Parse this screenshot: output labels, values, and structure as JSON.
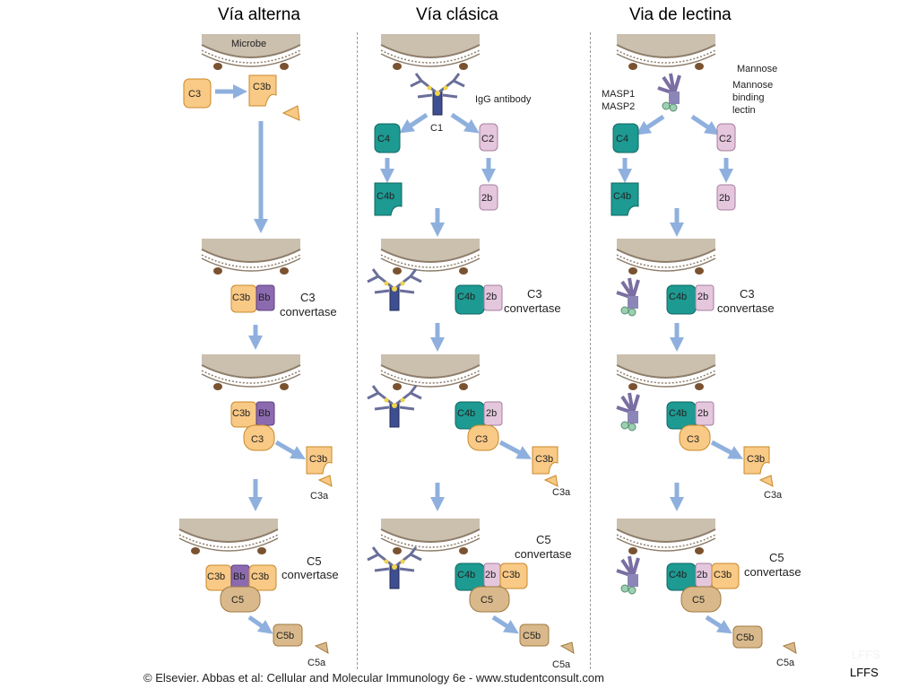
{
  "columns": [
    {
      "title": "Vía alterna"
    },
    {
      "title": "Vía clásica"
    },
    {
      "title": "Via de lectina"
    }
  ],
  "labels": {
    "microbe": "Microbe",
    "igg": "IgG antibody",
    "c1": "C1",
    "mannose": "Mannose",
    "mbl": [
      "Mannose",
      "binding",
      "lectin"
    ],
    "masp1": "MASP1",
    "masp2": "MASP2",
    "c3_conv": [
      "C3",
      "convertase"
    ],
    "c5_conv": [
      "C5",
      "convertase"
    ]
  },
  "molecules": {
    "c3": "C3",
    "c3b": "C3b",
    "c3a": "C3a",
    "bb": "Bb",
    "c4": "C4",
    "c4b": "C4b",
    "c2": "C2",
    "2b": "2b",
    "c5": "C5",
    "c5b": "C5b",
    "c5a": "C5a"
  },
  "colors": {
    "membrane": "#cbbfae",
    "membrane_edge": "#8d7d6a",
    "c3_fill": "#f9c986",
    "c3_stroke": "#c98a2a",
    "bb_fill": "#8c6ab0",
    "c4_fill": "#1d9a92",
    "c2_fill": "#e4c6dd",
    "c5_fill": "#d9b98b",
    "arrow": "#8fb0de",
    "antibody": "#6a6e9a"
  },
  "credit": "© Elsevier. Abbas et al: Cellular and Molecular Immunology 6e - www.studentconsult.com",
  "watermark": "LFFS"
}
